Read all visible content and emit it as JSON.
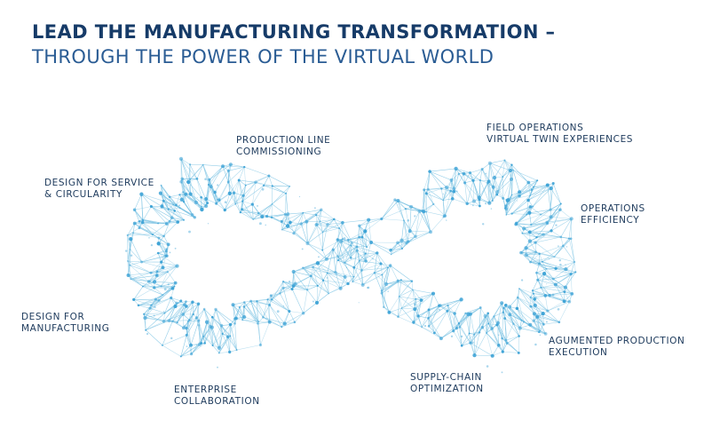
{
  "header": {
    "title_line1": "LEAD THE MANUFACTURING TRANSFORMATION –",
    "title_line2": "THROUGH THE POWER OF THE VIRTUAL WORLD"
  },
  "labels": {
    "production_line": [
      "PRODUCTION LINE",
      "COMMISSIONING"
    ],
    "field_operations": [
      "FIELD OPERATIONS",
      "VIRTUAL TWIN EXPERIENCES"
    ],
    "design_service": [
      "DESIGN FOR SERVICE",
      "& CIRCULARITY"
    ],
    "operations_efficiency": [
      "OPERATIONS",
      "EFFICIENCY"
    ],
    "design_manufacturing": [
      "DESIGN FOR",
      "MANUFACTURING"
    ],
    "augmented_production": [
      "AGUMENTED PRODUCTION",
      "EXECUTION"
    ],
    "enterprise_collaboration": [
      "ENTERPRISE",
      "COLLABORATION"
    ],
    "supply_chain": [
      "SUPPLY-CHAIN",
      "OPTIMIZATION"
    ]
  },
  "colors": {
    "title": "#163b68",
    "subtitle": "#2a5c94",
    "mesh_line": "#7cc3e3",
    "mesh_node": "#3ea3d6"
  }
}
